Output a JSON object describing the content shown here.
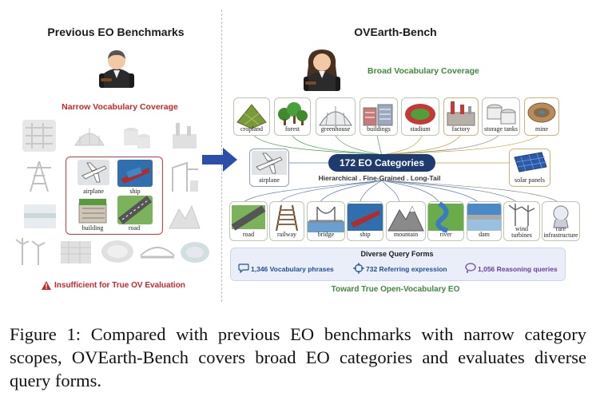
{
  "left": {
    "title": "Previous EO Benchmarks",
    "subtitle": "Narrow Vocabulary Coverage",
    "highlight_labels": [
      "airplane",
      "ship",
      "building",
      "road"
    ],
    "warning": "Insufficient for True OV Evaluation"
  },
  "right": {
    "title": "OVEarth-Bench",
    "subtitle": "Broad Vocabulary Coverage",
    "top_row": [
      "cropland",
      "forest",
      "greenhouse",
      "buildings",
      "stadium",
      "factory",
      "storage tanks",
      "mine"
    ],
    "side_left": "airplane",
    "side_right": "solar panels",
    "center_pill": "172 EO Categories",
    "center_sub": "Hierarchical . Fine-Grained . Long-Tail",
    "bottom_row": [
      "road",
      "railway",
      "bridge",
      "ship",
      "mountain",
      "river",
      "dam",
      "wind turbines",
      "rare infrastructure"
    ],
    "query_title": "Diverse Query Forms",
    "queries": [
      {
        "text": "1,346 Vocabulary phrases",
        "color": "#1f4e9a"
      },
      {
        "text": "732 Referring expression",
        "color": "#1f4e9a"
      },
      {
        "text": "1,056 Reasoning queries",
        "color": "#6a3fa0"
      }
    ],
    "footer": "Toward True Open-Vocabulary EO"
  },
  "colors": {
    "green": "#3c8a3c",
    "red": "#c82828",
    "navy": "#1e3a6e",
    "arrow": "#2b4fa8"
  },
  "caption": "Figure 1: Compared with previous EO benchmarks with narrow category scopes, OVEarth-Bench covers broad EO categories and evaluates diverse query forms."
}
